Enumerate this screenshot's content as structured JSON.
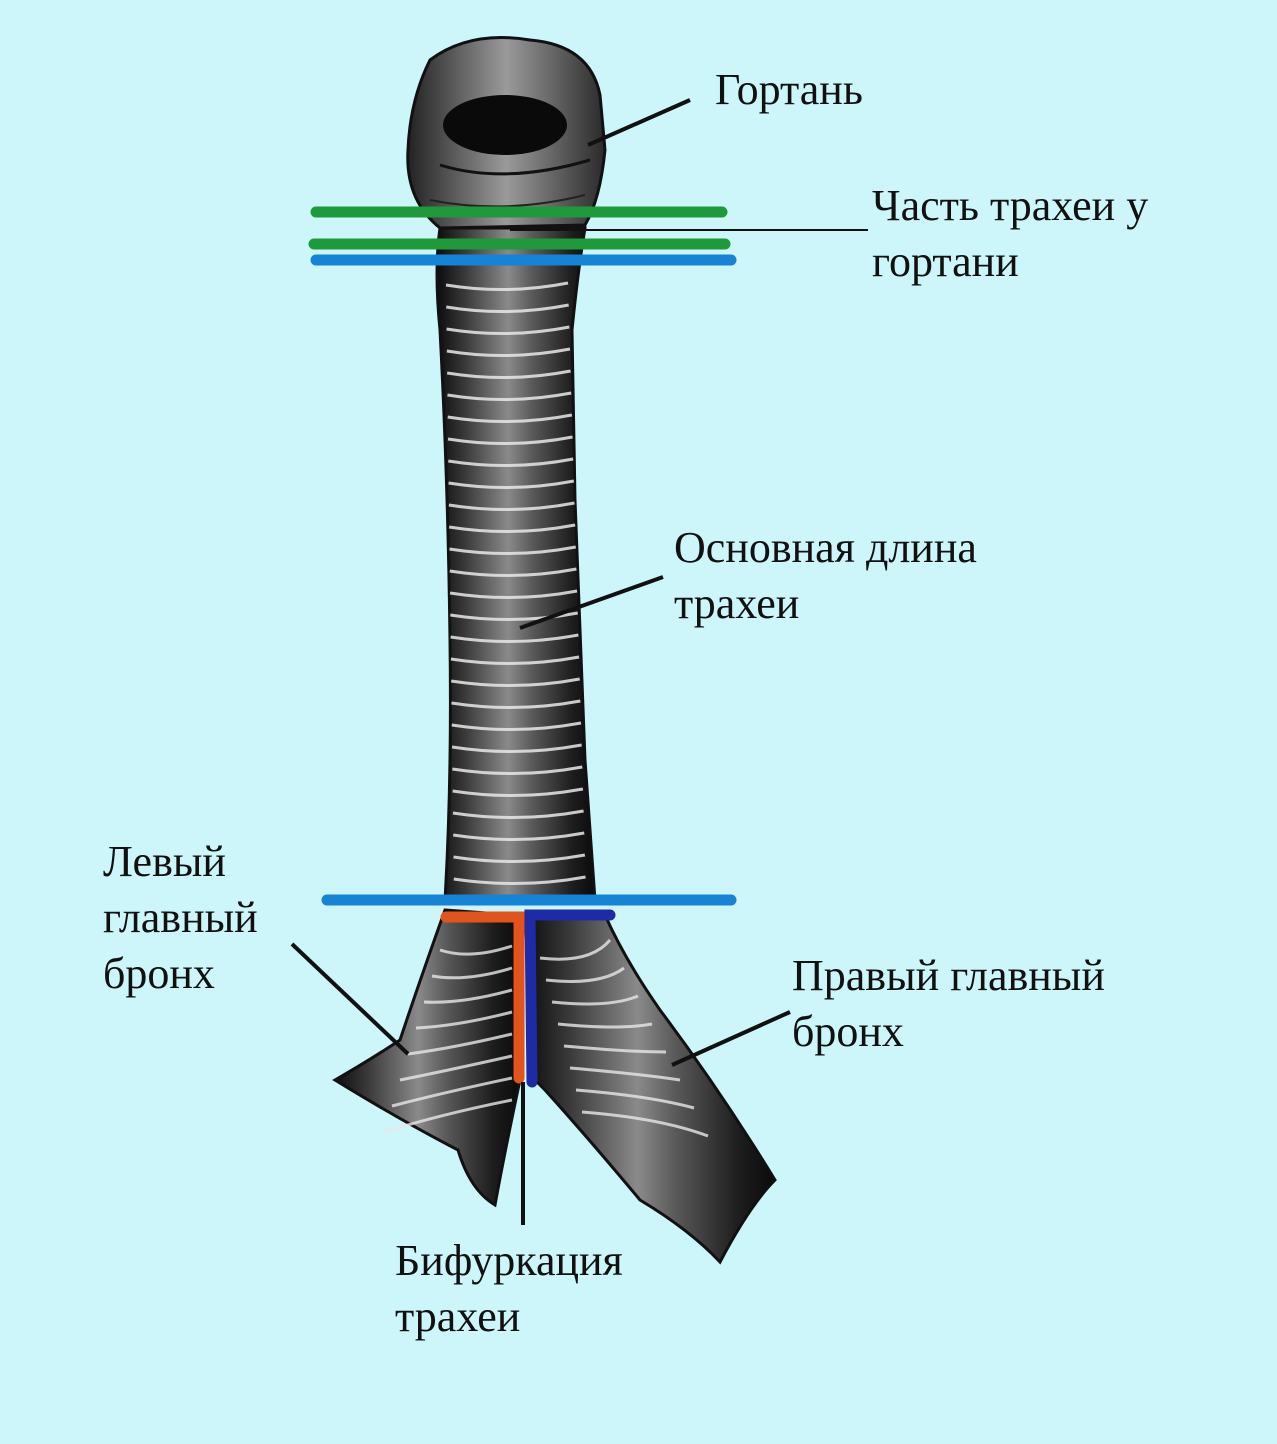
{
  "labels": {
    "larynx": "Гортань",
    "upper_trachea": "Часть трахеи у\nгортани",
    "main_trachea": "Основная длина\nтрахеи",
    "left_bronchus": "Левый\nглавный\nбронх",
    "right_bronchus": "Правый главный\nбронх",
    "bifurcation": "Бифуркация\nтрахеи"
  },
  "colors": {
    "background": "#cdf6fa",
    "green_marker": "#1f9a3a",
    "blue_marker": "#1583d6",
    "orange_marker": "#e2541c",
    "navy_marker": "#1f2aa6",
    "ink": "#111111"
  }
}
